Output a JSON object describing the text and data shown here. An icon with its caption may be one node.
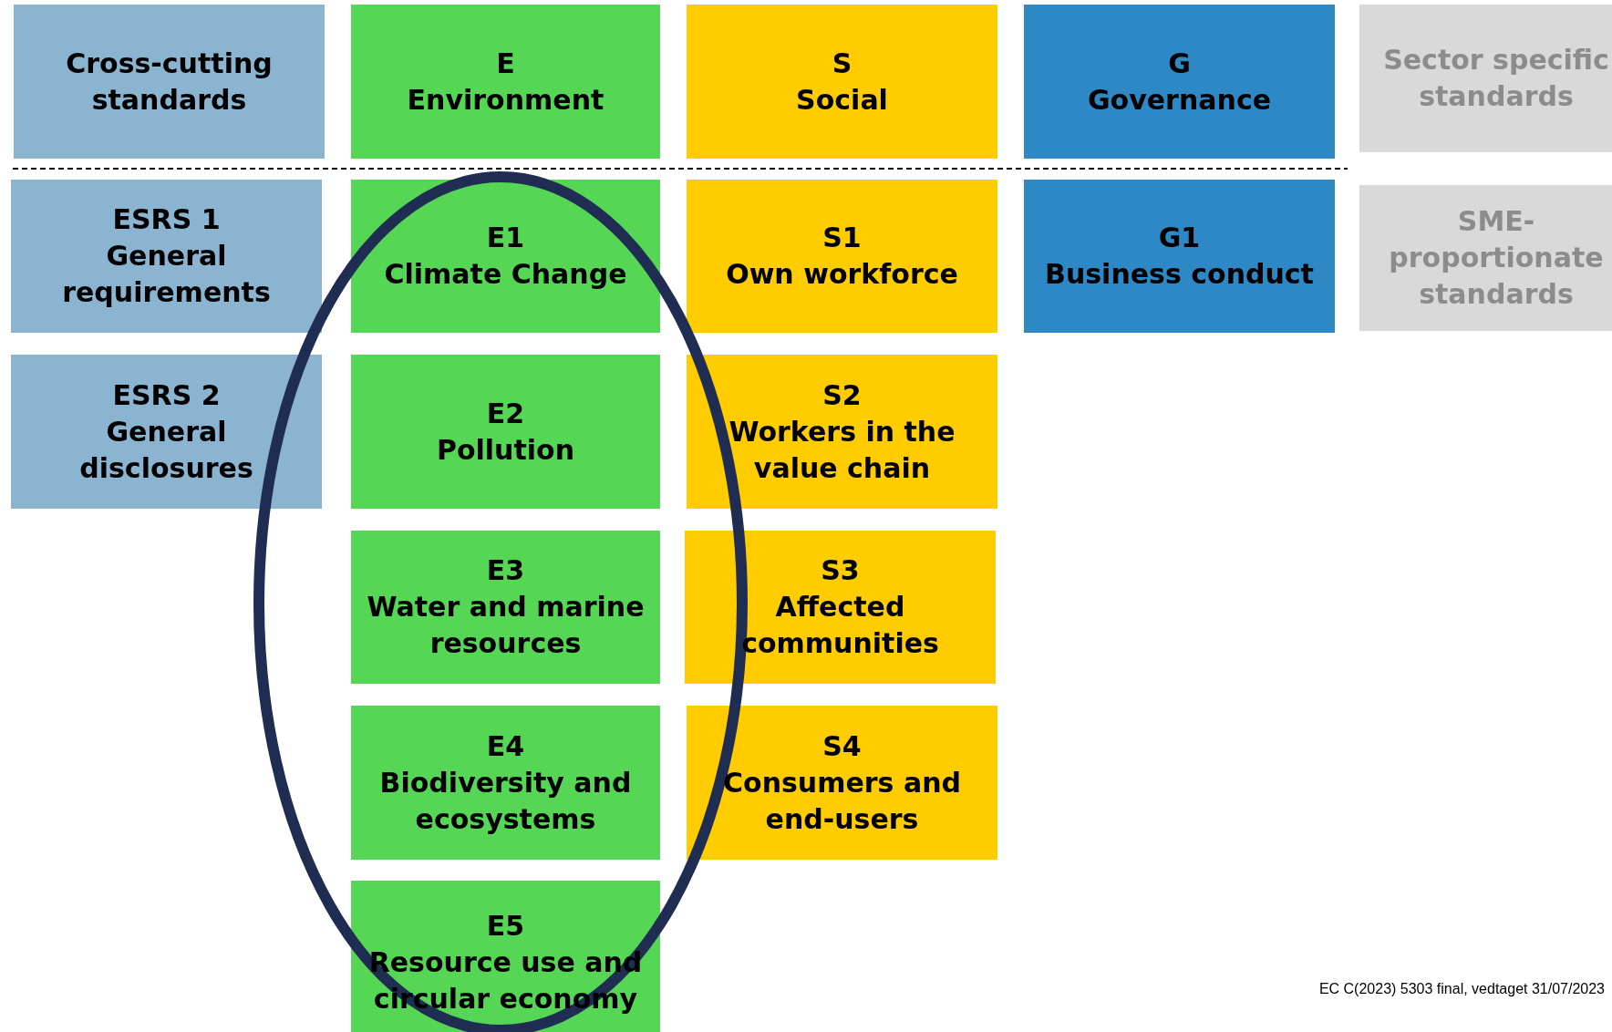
{
  "diagram": {
    "nodes": [
      {
        "text": [
          "Cross-cutting standards"
        ]
      },
      {
        "text": [
          "E",
          "Environment"
        ]
      },
      {
        "text": [
          "S",
          "Social"
        ]
      },
      {
        "text": [
          "G",
          "Governance"
        ]
      },
      {
        "text": [
          "Sector specific standards"
        ]
      },
      {
        "text": [
          "ESRS 1",
          "General requirements"
        ]
      },
      {
        "text": [
          "E1",
          "Climate Change"
        ]
      },
      {
        "text": [
          "S1",
          "Own workforce"
        ]
      },
      {
        "text": [
          "G1",
          "Business conduct"
        ]
      },
      {
        "text": [
          "SME-proportionate standards"
        ]
      },
      {
        "text": [
          "ESRS 2",
          "General disclosures"
        ]
      },
      {
        "text": [
          "E2",
          "Pollution"
        ]
      },
      {
        "text": [
          "S2",
          "Workers in the value chain"
        ]
      },
      {
        "text": [
          "E3",
          "Water and marine resources"
        ]
      },
      {
        "text": [
          "S3",
          "Affected communities"
        ]
      },
      {
        "text": [
          "E4",
          "Biodiversity and ecosystems"
        ]
      },
      {
        "text": [
          "S4",
          "Consumers and end-users"
        ]
      },
      {
        "text": [
          "E5",
          "Resource use and circular economy"
        ]
      }
    ],
    "edges": [],
    "labels": [
      "EC C(2023) 5303 final, vedtaget 31/07/2023"
    ]
  }
}
